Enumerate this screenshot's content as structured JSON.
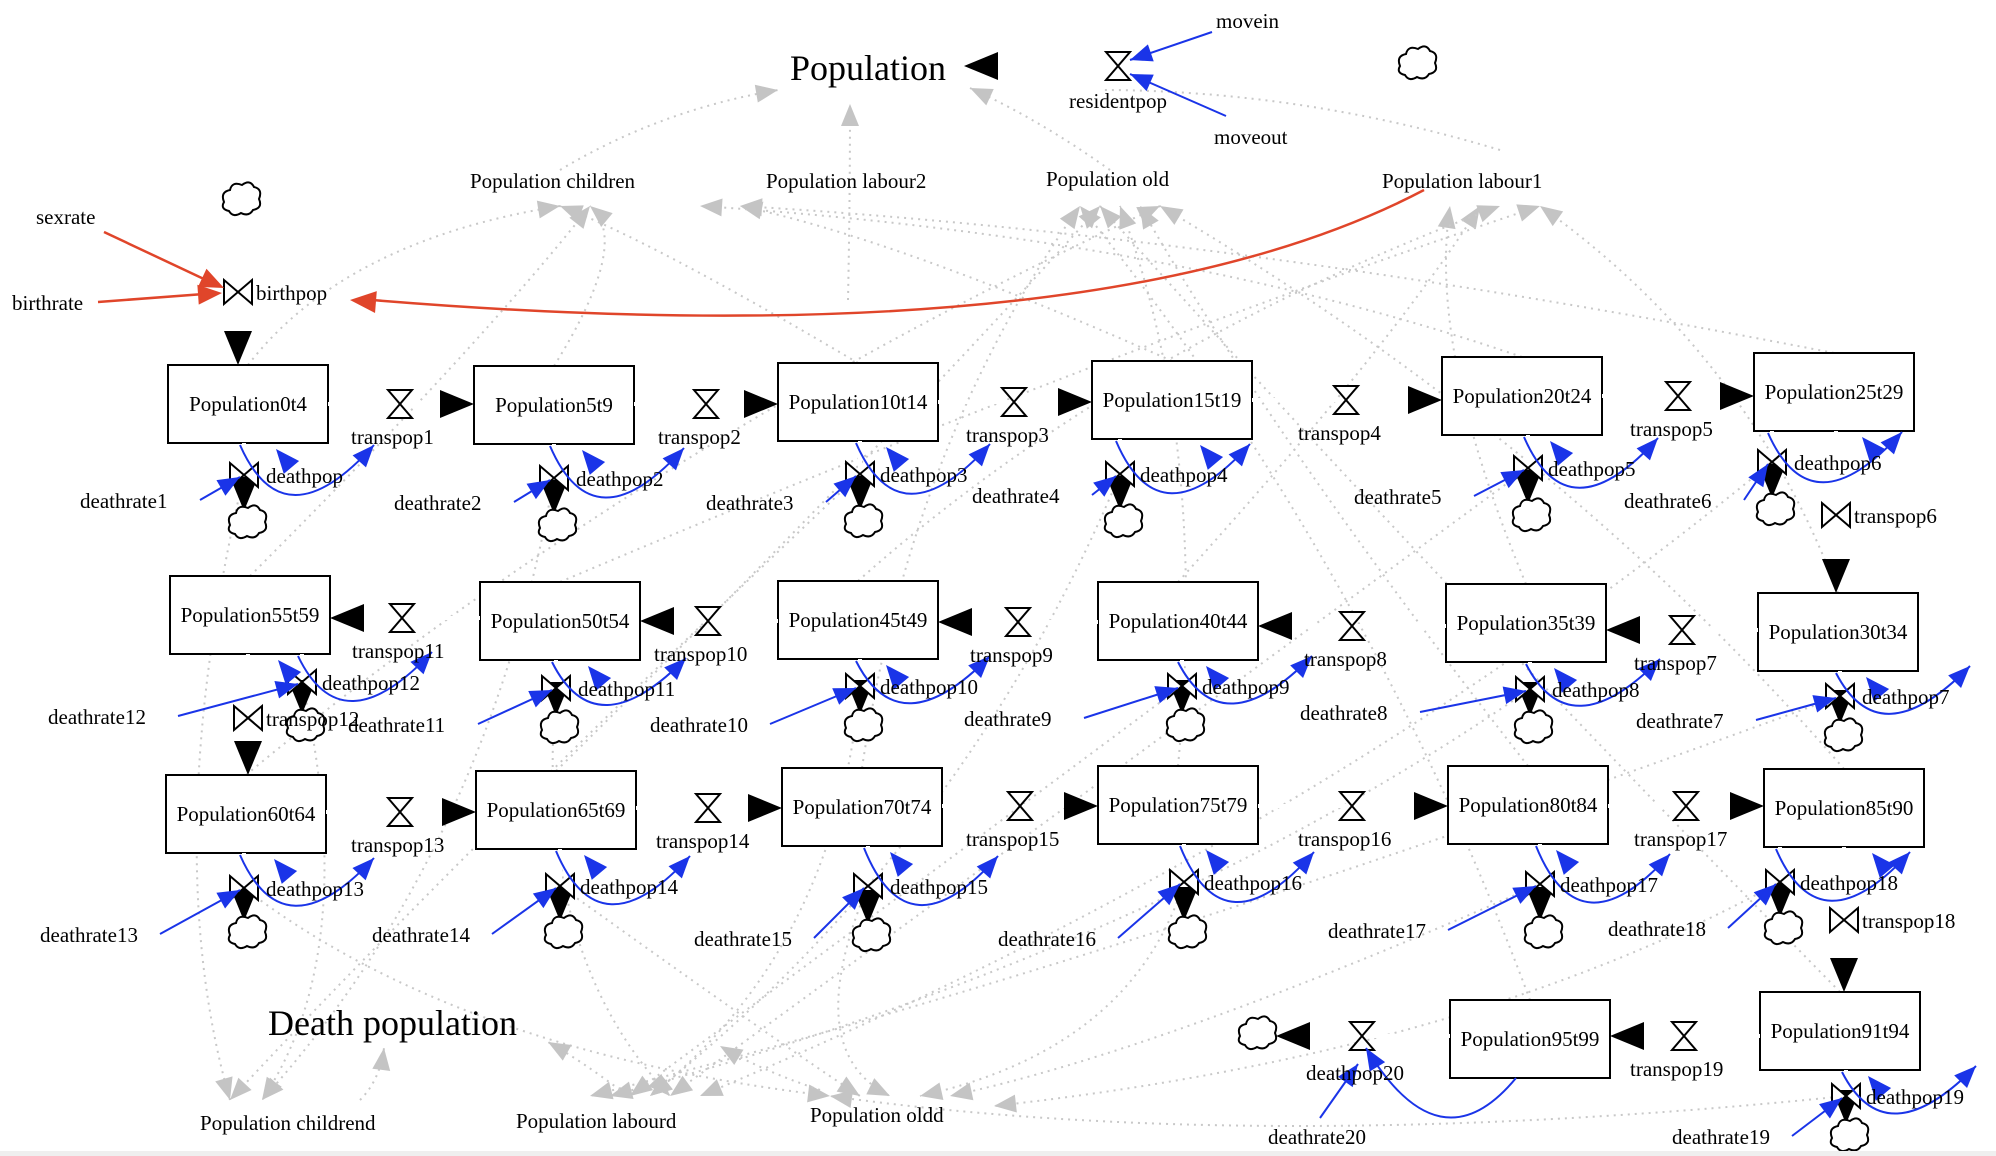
{
  "diagram": {
    "type": "stock-and-flow",
    "colors": {
      "info_link": "#1a34e8",
      "birth_link": "#e0452a",
      "aggregate_link": "#c4c4c4",
      "structure": "#000000"
    },
    "titles": {
      "population": "Population",
      "death_population": "Death population"
    },
    "aggregates": {
      "children": "Population children",
      "labour2": "Population labour2",
      "old": "Population old",
      "labour1": "Population labour1",
      "childrend": "Population childrend",
      "labourd": "Population labourd",
      "oldd": "Population oldd"
    },
    "aux": {
      "movein": "movein",
      "moveout": "moveout",
      "sexrate": "sexrate",
      "birthrate": "birthrate"
    },
    "flows_special": {
      "residentpop": "residentpop",
      "birthpop": "birthpop"
    },
    "stocks": [
      "Population0t4",
      "Population5t9",
      "Population10t14",
      "Population15t19",
      "Population20t24",
      "Population25t29",
      "Population30t34",
      "Population35t39",
      "Population40t44",
      "Population45t49",
      "Population50t54",
      "Population55t59",
      "Population60t64",
      "Population65t69",
      "Population70t74",
      "Population75t79",
      "Population80t84",
      "Population85t90",
      "Population91t94",
      "Population95t99"
    ],
    "transfer_flows": [
      "transpop1",
      "transpop2",
      "transpop3",
      "transpop4",
      "transpop5",
      "transpop6",
      "transpop7",
      "transpop8",
      "transpop9",
      "transpop10",
      "transpop11",
      "transpop12",
      "transpop13",
      "transpop14",
      "transpop15",
      "transpop16",
      "transpop17",
      "transpop18",
      "transpop19"
    ],
    "death_flows": [
      "deathpop",
      "deathpop2",
      "deathpop3",
      "deathpop4",
      "deathpop5",
      "deathpop6",
      "deathpop7",
      "deathpop8",
      "deathpop9",
      "deathpop10",
      "deathpop11",
      "deathpop12",
      "deathpop13",
      "deathpop14",
      "deathpop15",
      "deathpop16",
      "deathpop17",
      "deathpop18",
      "deathpop19",
      "deathpop20"
    ],
    "death_rates": [
      "deathrate1",
      "deathrate2",
      "deathrate3",
      "deathrate4",
      "deathrate5",
      "deathrate6",
      "deathrate7",
      "deathrate8",
      "deathrate9",
      "deathrate10",
      "deathrate11",
      "deathrate12",
      "deathrate13",
      "deathrate14",
      "deathrate15",
      "deathrate16",
      "deathrate17",
      "deathrate18",
      "deathrate19",
      "deathrate20"
    ]
  }
}
